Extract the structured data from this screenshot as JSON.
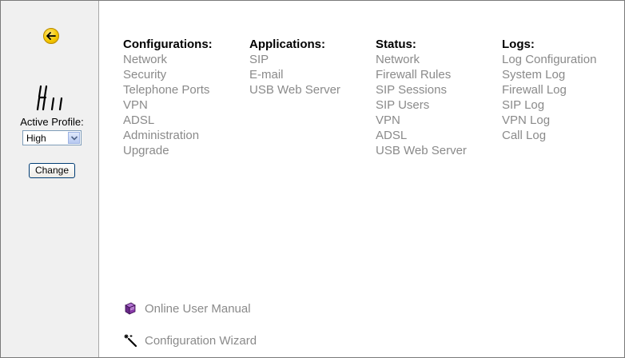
{
  "sidebar": {
    "back_icon": "back-arrow-icon",
    "profile_glyph_icon": "profile-level-glyph-icon",
    "profile_label": "Active Profile:",
    "profile_value": "High",
    "change_label": "Change"
  },
  "menu": {
    "configurations": {
      "heading": "Configurations:",
      "items": [
        "Network",
        "Security",
        "Telephone Ports",
        "VPN",
        "ADSL",
        "Administration",
        "Upgrade"
      ]
    },
    "applications": {
      "heading": "Applications:",
      "items": [
        "SIP",
        "E-mail",
        "USB Web Server"
      ]
    },
    "status": {
      "heading": "Status:",
      "items": [
        "Network",
        "Firewall Rules",
        "SIP Sessions",
        "SIP Users",
        "VPN",
        "ADSL",
        "USB Web Server"
      ]
    },
    "logs": {
      "heading": "Logs:",
      "items": [
        "Log Configuration",
        "System Log",
        "Firewall Log",
        "SIP Log",
        "VPN Log",
        "Call Log"
      ]
    }
  },
  "footer_links": {
    "manual_label": "Online User Manual",
    "manual_icon": "book-icon",
    "wizard_label": "Configuration Wizard",
    "wizard_icon": "magic-wand-icon"
  },
  "colors": {
    "link": "#8a8a8a",
    "heading": "#000000",
    "sidebar_bg": "#f0f0f0"
  }
}
